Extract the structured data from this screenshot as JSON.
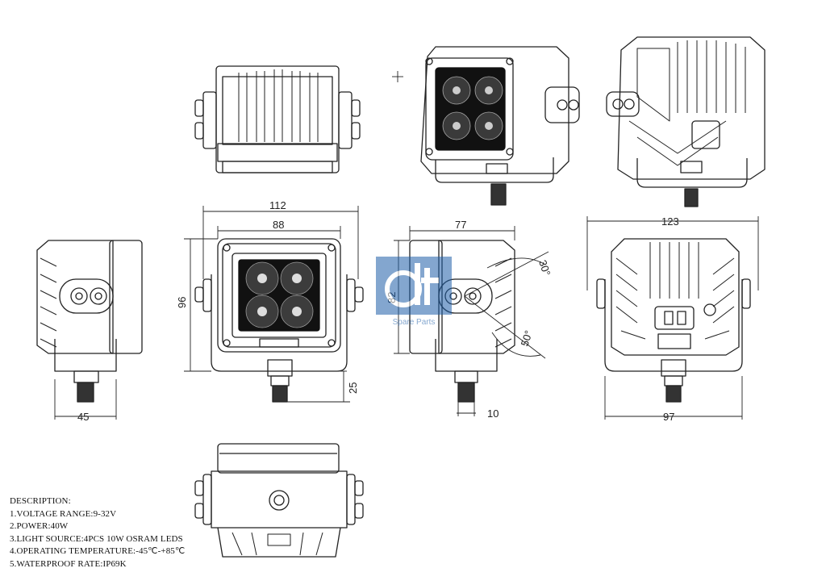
{
  "brand": {
    "logo_text": "dt",
    "logo_subtitle": "Spare Parts",
    "color": "#1f5fa8"
  },
  "dimensions": {
    "front_width": "112",
    "front_inner_width": "88",
    "front_height": "96",
    "stud_length": "25",
    "side_depth": "45",
    "side2_depth": "77",
    "side2_height": "82",
    "side2_stud": "10",
    "tilt_up": "30°",
    "tilt_down": "50°",
    "rear_width": "123",
    "rear_bracket_width": "97"
  },
  "description": {
    "heading": "DESCRIPTION:",
    "lines": [
      "1.VOLTAGE RANGE:9-32V",
      "2.POWER:40W",
      "3.LIGHT SOURCE:4PCS 10W OSRAM LEDS",
      "4.OPERATING TEMPERATURE:-45℃-+85℃",
      "5.WATERPROOF RATE:IP69K"
    ]
  }
}
